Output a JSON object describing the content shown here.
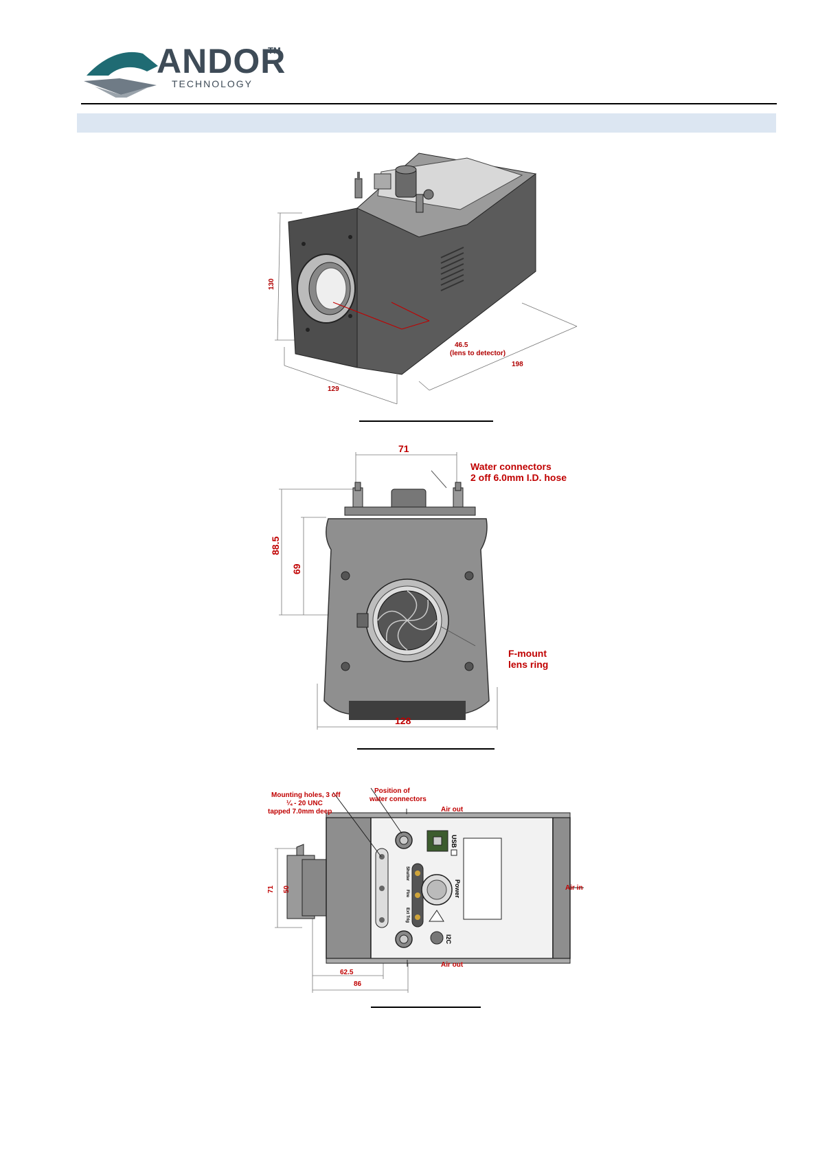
{
  "header": {
    "logo_main": "ANDOR",
    "logo_tm": "TM",
    "logo_sub": "TECHNOLOGY"
  },
  "figure1": {
    "dim_height": "130",
    "dim_width": "129",
    "dim_length": "198",
    "dim_lens_value": "46.5",
    "dim_lens_note": "(lens to detector)"
  },
  "figure2": {
    "dim_top": "71",
    "dim_left_outer": "88.5",
    "dim_left_inner": "69",
    "dim_bottom": "128",
    "water_label_1": "Water connectors",
    "water_label_2": "2 off 6.0mm I.D. hose",
    "fmount_label_1": "F-mount",
    "fmount_label_2": "lens ring"
  },
  "figure3": {
    "mount_label_1": "Mounting holes, 3 off",
    "mount_label_2": "¼ - 20 UNC",
    "mount_label_3": "tapped 7.0mm deep",
    "water_pos_1": "Position of",
    "water_pos_2": "water connectors",
    "air_out_top": "Air out",
    "air_out_bottom": "Air out",
    "air_in": "Air in",
    "dim_71": "71",
    "dim_50": "50",
    "dim_62_5": "62.5",
    "dim_86": "86",
    "port_usb": "USB",
    "port_power": "Power",
    "port_i2c": "I2C",
    "port_shutter": "Shutter",
    "port_fire": "Fire",
    "port_extrig": "Ext Trig"
  },
  "colors": {
    "banner": "#dce6f2",
    "annotation_red": "#c00000",
    "camera_body": "#6e6e6e"
  }
}
